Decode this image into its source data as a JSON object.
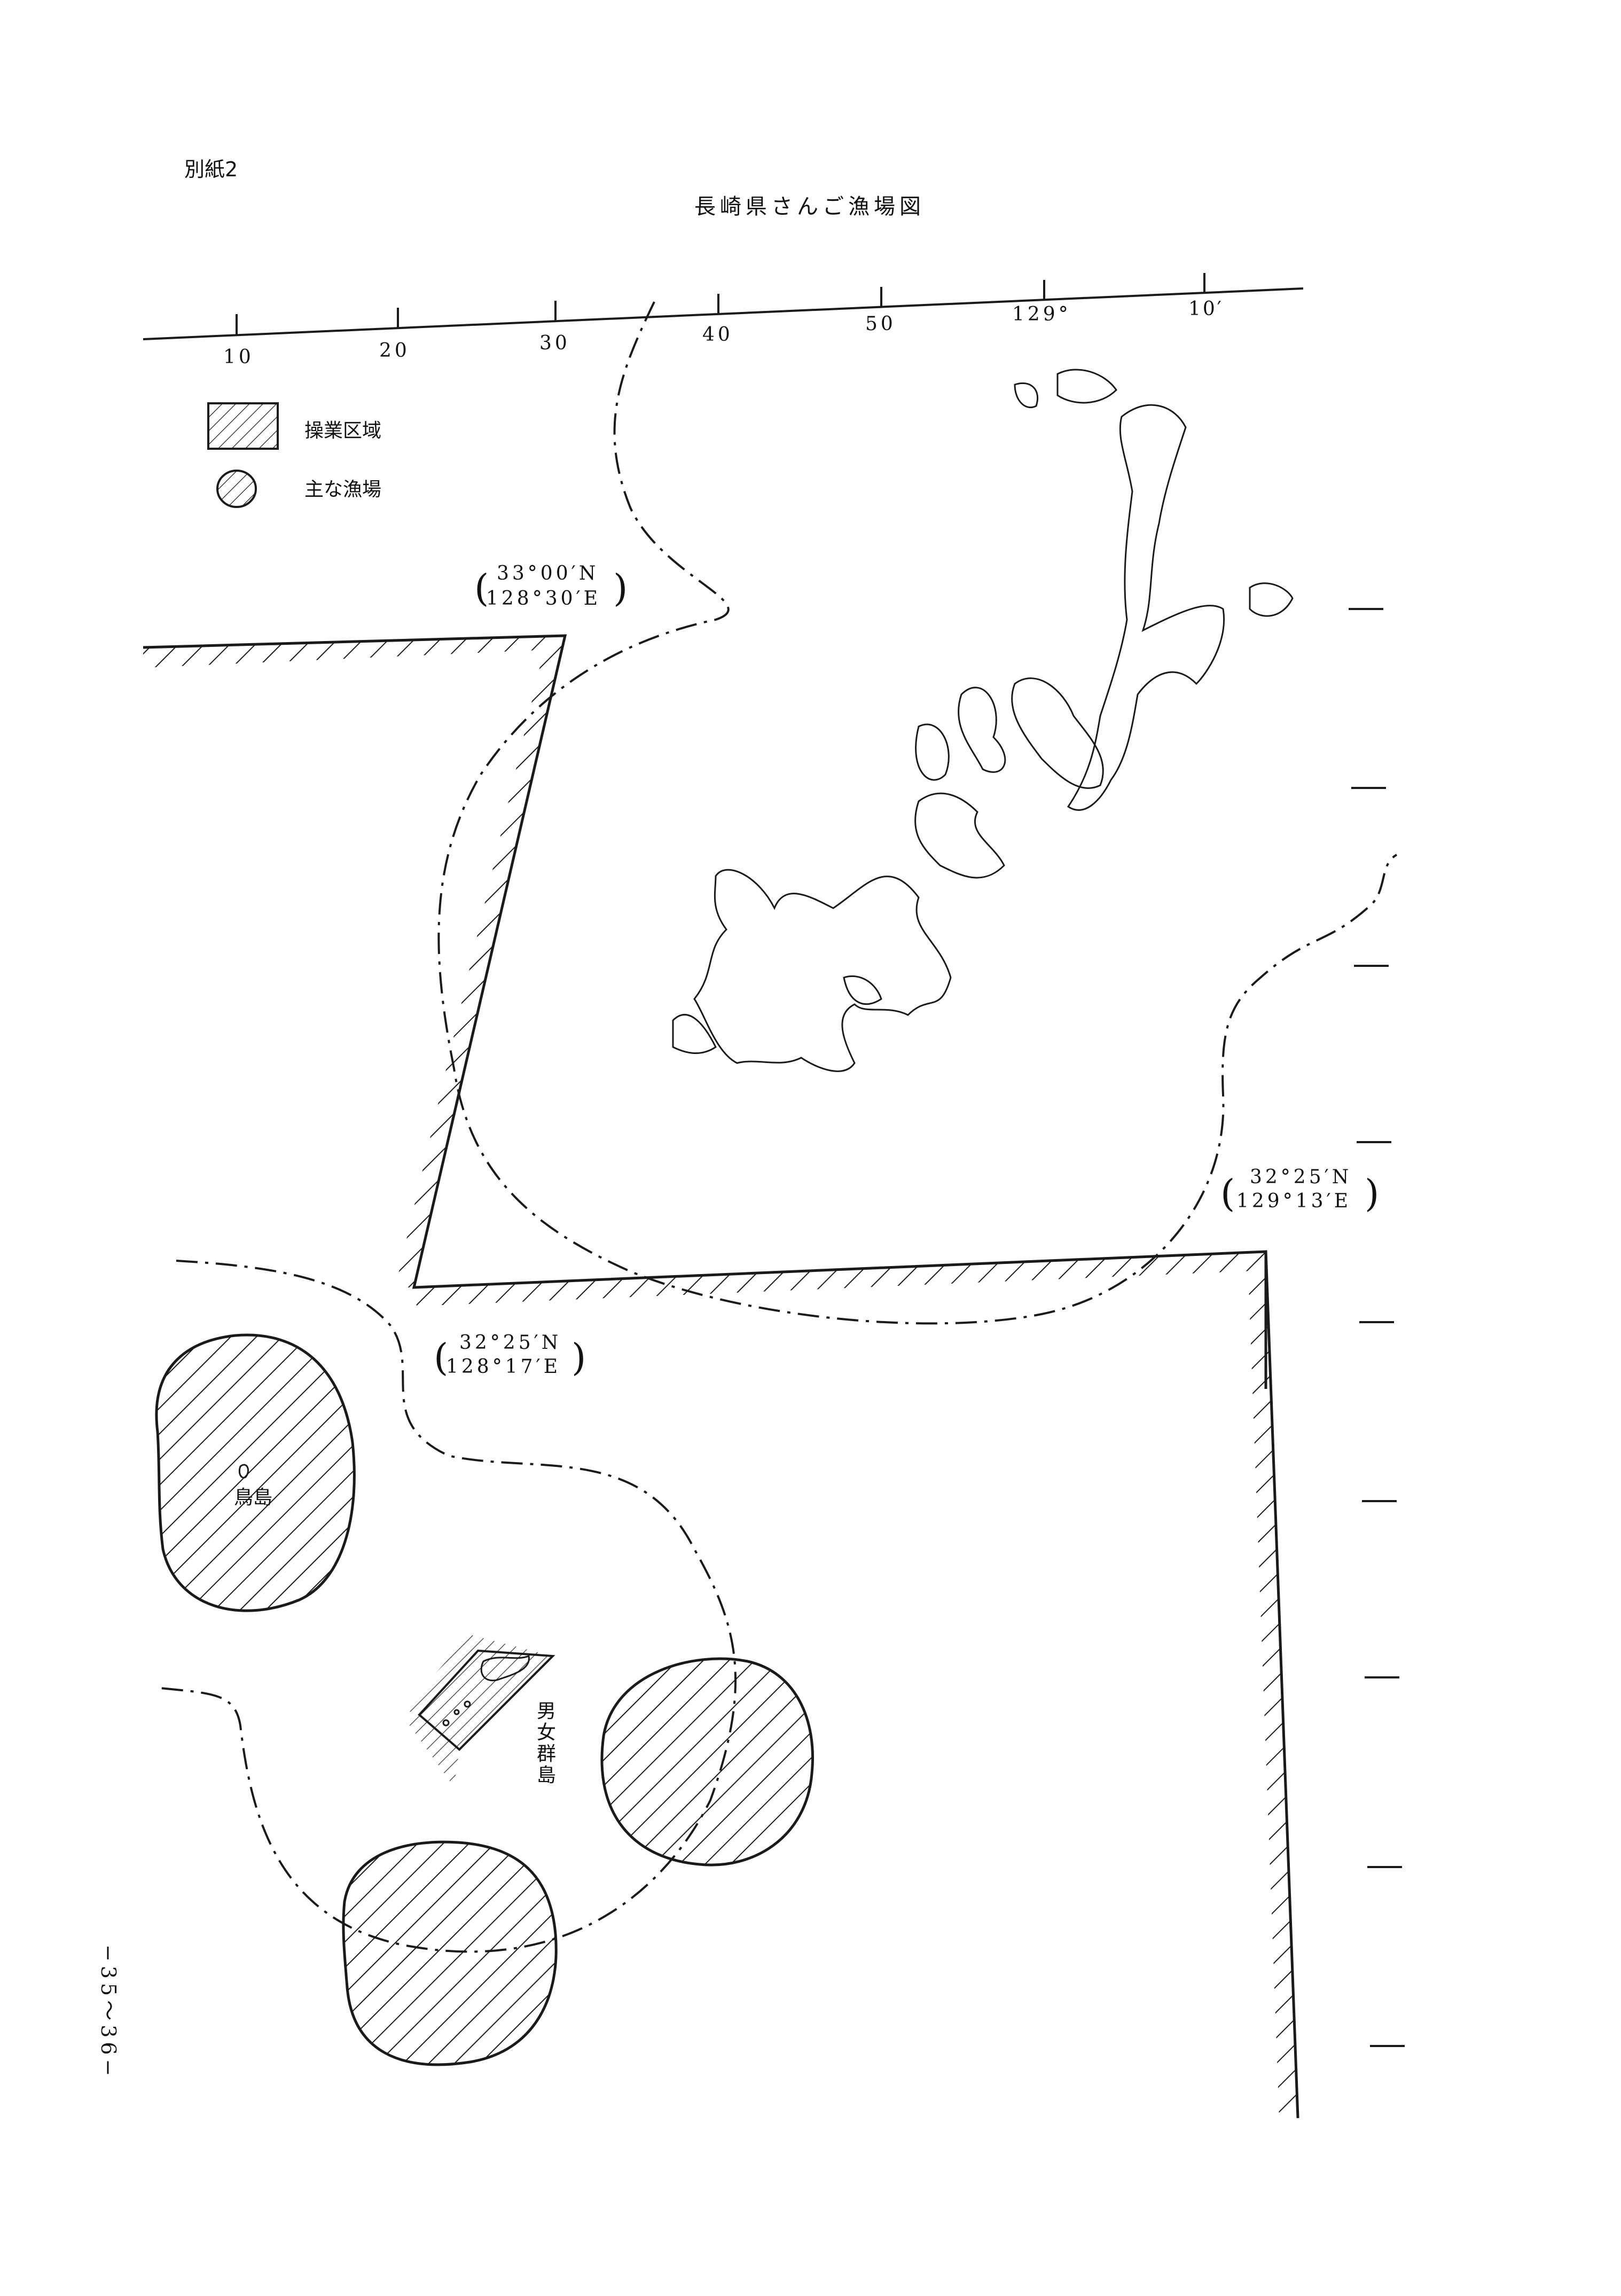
{
  "page": {
    "attachment_label": "別紙2",
    "title": "長崎県さんご漁場図",
    "page_number": "−35〜36−"
  },
  "longitude_scale": {
    "tick_labels": [
      "10",
      "20",
      "30",
      "40",
      "50",
      "129°",
      "10′"
    ]
  },
  "legend": {
    "items": [
      {
        "label": "操業区域",
        "symbol": "hatched-rectangle"
      },
      {
        "label": "主な漁場",
        "symbol": "hatched-circle"
      }
    ]
  },
  "coordinate_labels": [
    {
      "lat": "33°00′N",
      "lon": "128°30′E"
    },
    {
      "lat": "32°25′N",
      "lon": "129°13′E"
    },
    {
      "lat": "32°25′N",
      "lon": "128°17′E"
    }
  ],
  "place_labels": {
    "torishima": "鳥島",
    "danjo": [
      "男",
      "女",
      "群",
      "島"
    ]
  },
  "colors": {
    "ink": "#1a1a1a",
    "paper": "#ffffff"
  }
}
